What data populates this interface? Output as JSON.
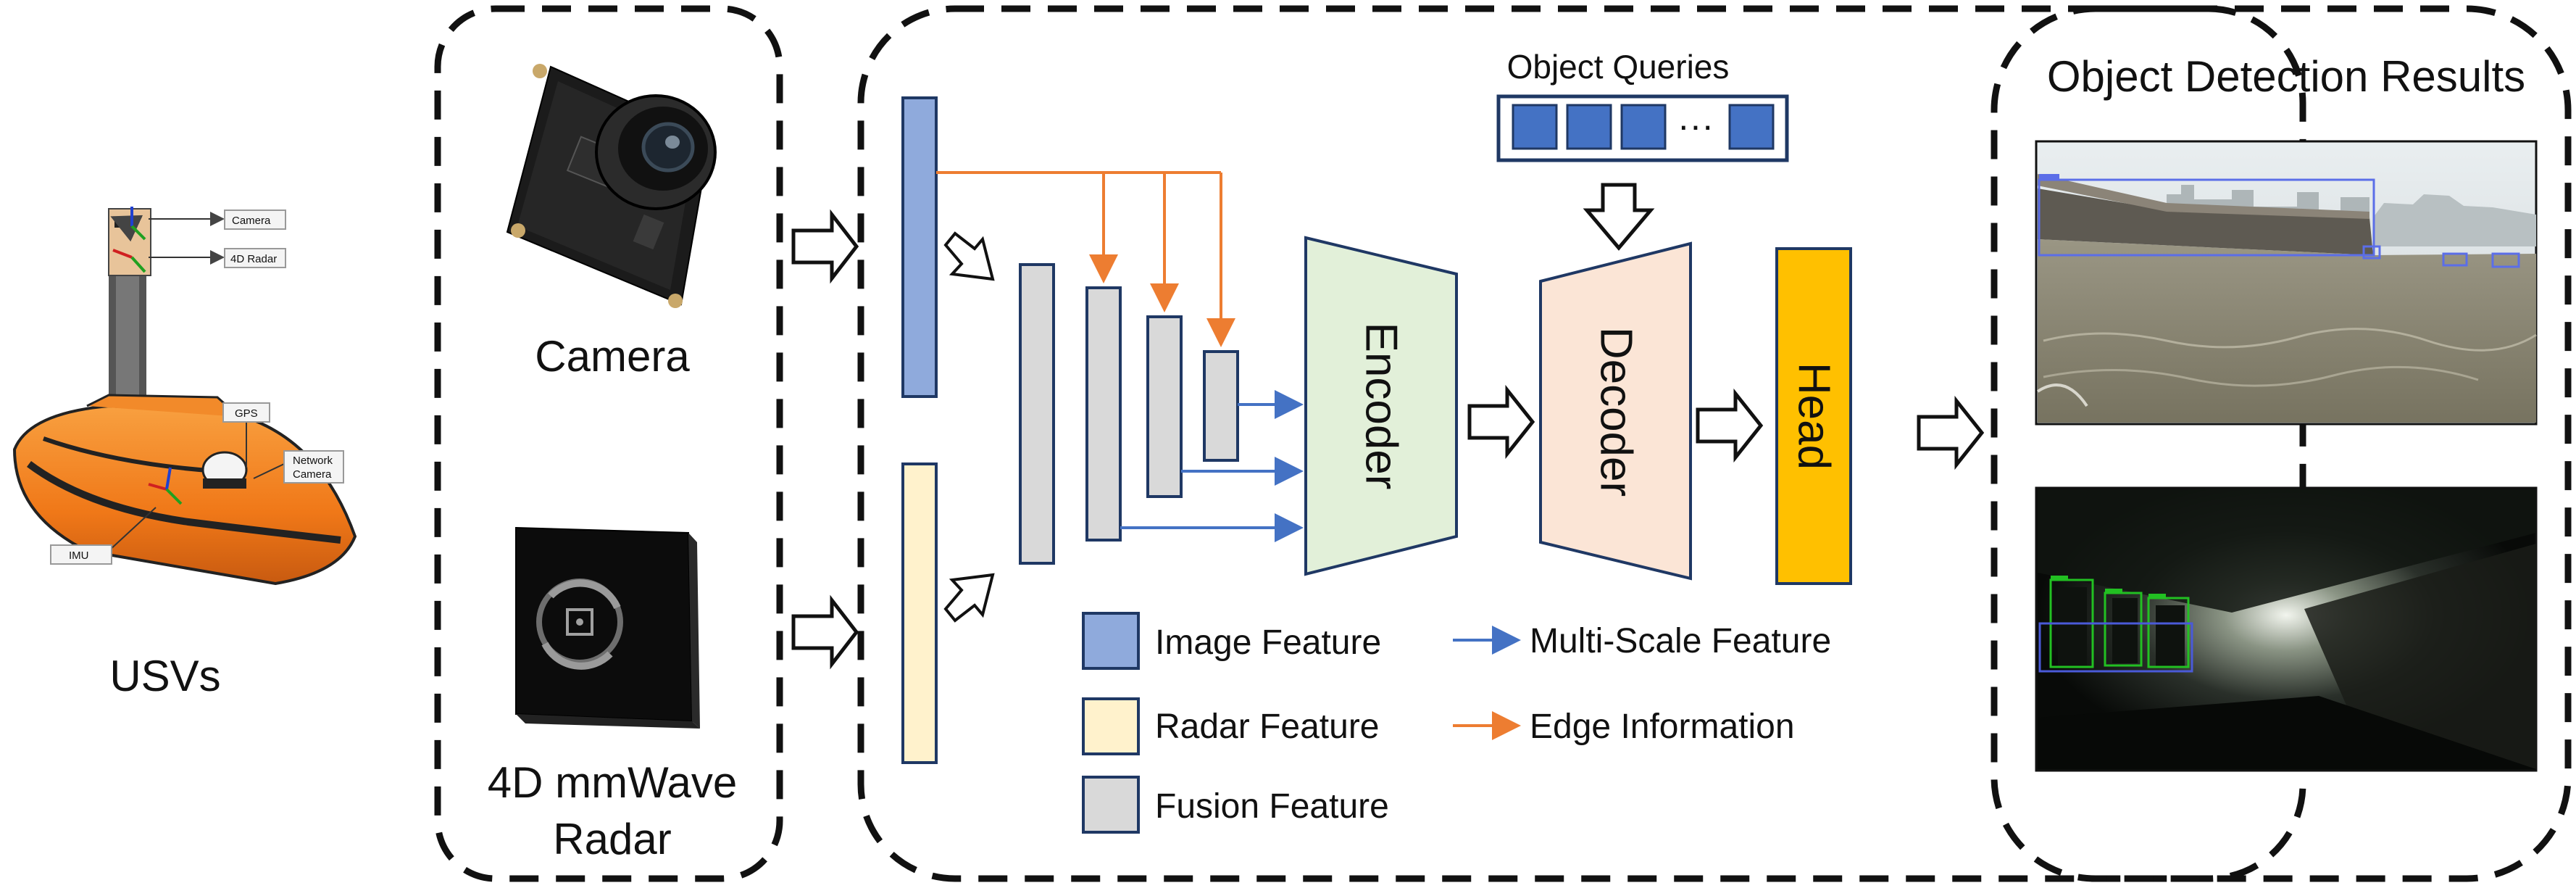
{
  "usv": {
    "caption": "USVs",
    "sensor_labels": {
      "camera": "Camera",
      "radar": "4D Radar",
      "gps": "GPS",
      "network_camera_line1": "Network",
      "network_camera_line2": "Camera",
      "imu": "IMU"
    }
  },
  "sensors": {
    "camera_label": "Camera",
    "radar_label_line1": "4D mmWave",
    "radar_label_line2": "Radar"
  },
  "fusion": {
    "object_queries_title": "Object Queries",
    "object_queries_ellipsis": "···",
    "encoder_label": "Encoder",
    "decoder_label": "Decoder",
    "head_label": "Head",
    "legend": {
      "image_feature": "Image Feature",
      "radar_feature": "Radar Feature",
      "fusion_feature": "Fusion Feature",
      "multi_scale_feature": "Multi-Scale Feature",
      "edge_information": "Edge Information"
    }
  },
  "results": {
    "title": "Object Detection Results"
  },
  "colors": {
    "image_feature": "#8faadc",
    "radar_feature": "#fff2cc",
    "fusion_feature": "#d9d9d9",
    "block_stroke": "#1f3864",
    "query_box": "#4472c4",
    "encoder_fill": "#e2f0d9",
    "decoder_fill": "#fbe5d6",
    "head_fill": "#ffc000",
    "multi_scale_arrow": "#4472c4",
    "edge_arrow": "#ed7d31",
    "usv_hull": "#f07818"
  }
}
